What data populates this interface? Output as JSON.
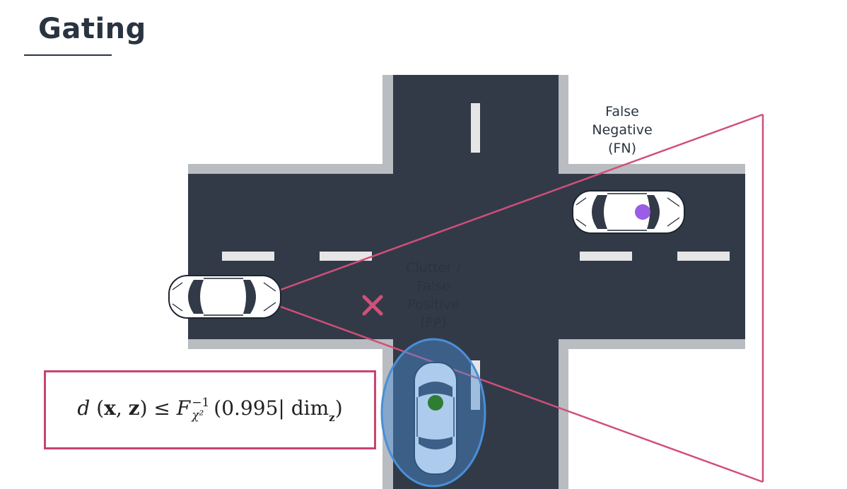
{
  "slide": {
    "title": "Gating"
  },
  "labels": {
    "false_negative": [
      "False",
      "Negative",
      "(FN)"
    ],
    "false_positive": [
      "Clutter /",
      "False",
      "Positive",
      "(FP)"
    ]
  },
  "formula": {
    "lhs_fn": "d",
    "lhs_args": "(x, z)",
    "relation": "≤",
    "cdf_symbol": "F",
    "cdf_superscript": "−1",
    "cdf_subscript": "χ²",
    "probability": "0.995",
    "dim_text": "dim",
    "dim_subscript": "z"
  },
  "colors": {
    "road": "#323a48",
    "curb": "#b9bcc0",
    "lane_marking": "#e6e6e6",
    "sensor_beam": "#d14f78",
    "gate_ellipse": "#4a8fd6",
    "clutter_marker": "#d14f78",
    "detected_object_dot": "#2e7d32",
    "missed_object_dot": "#9b5de5",
    "text": "#2a3441"
  },
  "icons": {
    "ego_vehicle": "car-top-view-icon",
    "missed_vehicle": "car-top-view-icon",
    "tracked_vehicle": "car-top-view-icon",
    "clutter": "x-mark-icon"
  }
}
